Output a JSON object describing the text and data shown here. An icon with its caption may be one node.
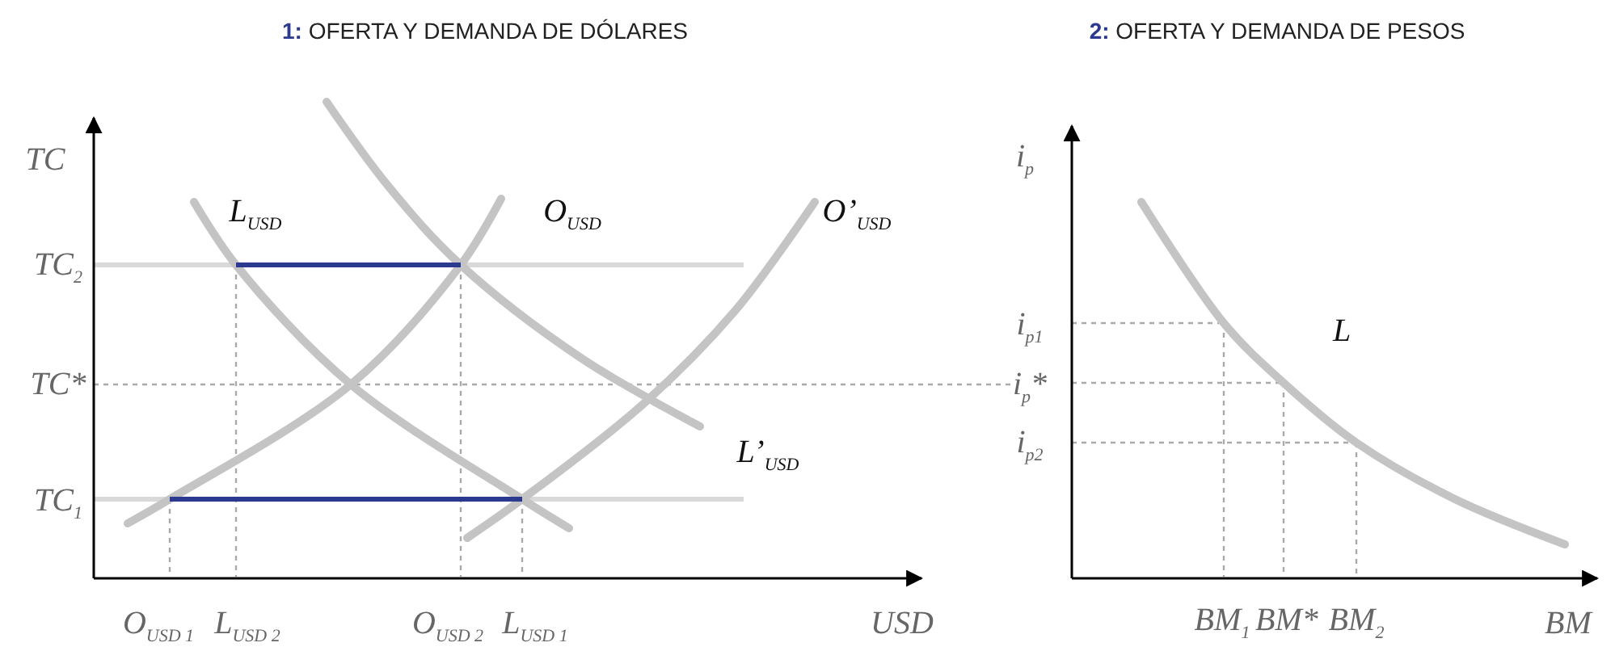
{
  "diagram": {
    "labels": [
      "**1:** OFERTA Y DEMANDA DE DÓLARES",
      "**2:** OFERTA Y DEMANDA DE PESOS",
      "TC",
      "i$_{p}$",
      "L$_{USD}$",
      "O$_{USD}$",
      "O’$_{USD}$",
      "TC$_{2}$",
      "i$_{p1}$",
      "L",
      "TC*",
      "i$_{p}$*",
      "L’$_{USD}$",
      "i$_{p2}$",
      "TC$_{1}$",
      "O$_{USD 1}$",
      "L$_{USD 2}$",
      "O$_{USD 2}$",
      "L$_{USD 1}$",
      "USD",
      "BM$_{1}$",
      "BM*",
      "BM$_{2}$",
      "BM"
    ]
  }
}
